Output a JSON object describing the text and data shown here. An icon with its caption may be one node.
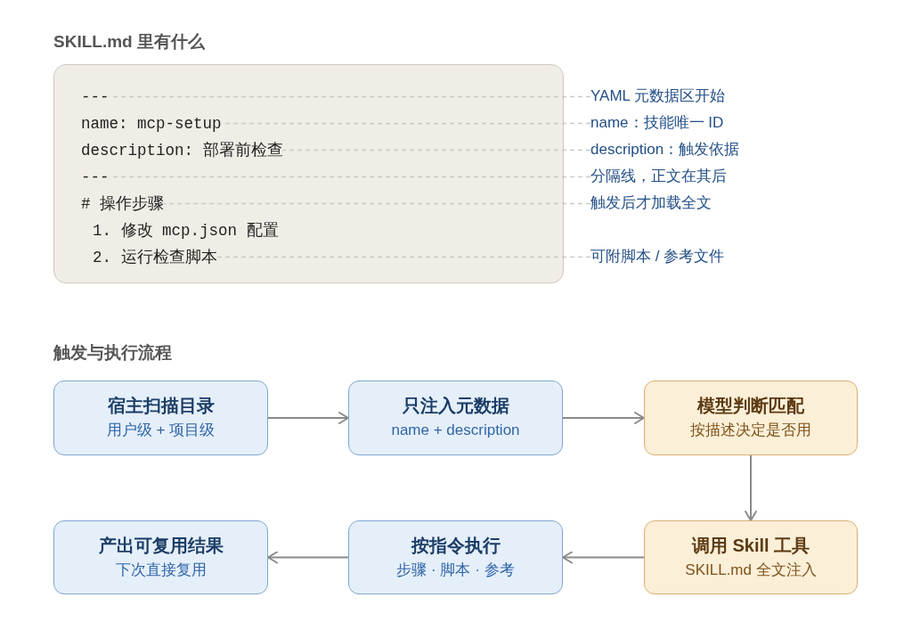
{
  "diagram": {
    "nodes": [
      {
        "text": [],
        "shape": "box"
      },
      {
        "text": [
          "---"
        ],
        "in": 0
      },
      {
        "text": [
          "name: mcp-setup"
        ],
        "in": 0
      },
      {
        "text": [
          "description: 部署前检查"
        ],
        "in": 0
      },
      {
        "text": [
          "---"
        ],
        "in": 0
      },
      {
        "text": [
          "# 操作步骤"
        ],
        "in": 0
      },
      {
        "text": [
          "1. 修改 mcp.json 配置"
        ],
        "in": 0
      },
      {
        "text": [
          "2. 运行检查脚本"
        ],
        "in": 0
      },
      {
        "text": [
          "YAML 元数据区开始"
        ]
      },
      {
        "text": [
          "name：技能唯一 ID"
        ]
      },
      {
        "text": [
          "description：触发依据"
        ]
      },
      {
        "text": [
          "分隔线，正文在其后"
        ]
      },
      {
        "text": [
          "触发后才加载全文"
        ]
      },
      {
        "text": [
          "可附脚本 / 参考文件"
        ]
      },
      {
        "text": [
          "宿主扫描目录",
          "用户级 + 项目级"
        ]
      },
      {
        "text": [
          "只注入元数据",
          "name + description"
        ]
      },
      {
        "text": [
          "模型判断匹配",
          "按描述决定是否用"
        ]
      },
      {
        "text": [
          "产出可复用结果",
          "下次直接复用"
        ]
      },
      {
        "text": [
          "按指令执行",
          "步骤 · 脚本 · 参考"
        ]
      },
      {
        "text": [
          "调用 Skill 工具",
          "SKILL.md 全文注入"
        ]
      }
    ],
    "edges": [
      {
        "from": 8,
        "to": 1,
        "arrow": "none",
        "style": "dashed"
      },
      {
        "from": 9,
        "to": 2,
        "arrow": "none",
        "style": "dashed"
      },
      {
        "from": 10,
        "to": 3,
        "arrow": "none",
        "style": "dashed"
      },
      {
        "from": 11,
        "to": 4,
        "arrow": "none",
        "style": "dashed"
      },
      {
        "from": 12,
        "to": 5,
        "arrow": "none",
        "style": "dashed"
      },
      {
        "from": 13,
        "to": 7,
        "arrow": "none",
        "style": "dashed"
      },
      {
        "from": 14,
        "to": 15,
        "arrow": "to"
      },
      {
        "from": 15,
        "to": 16,
        "arrow": "to"
      },
      {
        "from": 16,
        "to": 19,
        "arrow": "to"
      },
      {
        "from": 19,
        "to": 18,
        "arrow": "to"
      },
      {
        "from": 18,
        "to": 17,
        "arrow": "to"
      }
    ],
    "labels": [
      "SKILL.md 里有什么",
      "触发与执行流程"
    ]
  }
}
